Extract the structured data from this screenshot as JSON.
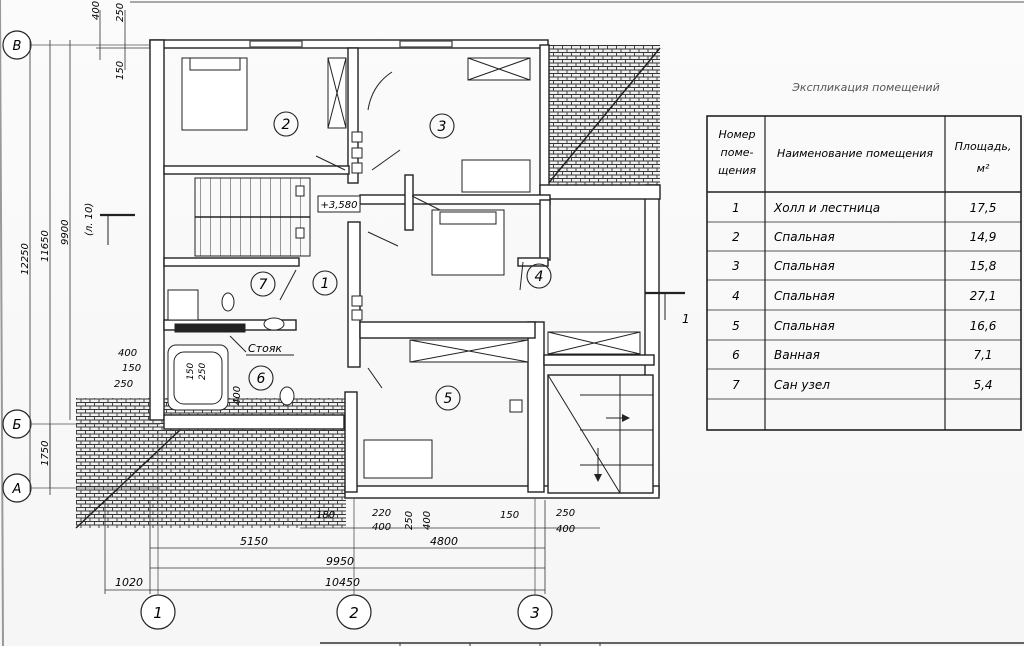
{
  "explication": {
    "caption": "Экспликация помещений",
    "headers": {
      "num_1": "Номер",
      "num_2": "поме-",
      "num_3": "щения",
      "name": "Наименование помещения",
      "area_1": "Площадь,",
      "area_2": "м²"
    },
    "rows": [
      {
        "num": "1",
        "name": "Холл и лестница",
        "area": "17,5"
      },
      {
        "num": "2",
        "name": "Спальная",
        "area": "14,9"
      },
      {
        "num": "3",
        "name": "Спальная",
        "area": "15,8"
      },
      {
        "num": "4",
        "name": "Спальная",
        "area": "27,1"
      },
      {
        "num": "5",
        "name": "Спальная",
        "area": "16,6"
      },
      {
        "num": "6",
        "name": "Ванная",
        "area": "7,1"
      },
      {
        "num": "7",
        "name": "Сан узел",
        "area": "5,4"
      }
    ]
  },
  "plan": {
    "room_labels": [
      "1",
      "2",
      "3",
      "4",
      "5",
      "6",
      "7"
    ],
    "level_mark": "+3,580",
    "stack_label": "Стояк",
    "section_left_label": "(л. 10)",
    "section_right_label": "1",
    "bath_label_1": "150",
    "bath_label_2": "250"
  },
  "axes": {
    "vertical": [
      "1",
      "2",
      "3"
    ],
    "horizontal": [
      "В",
      "Б",
      "А"
    ]
  },
  "dims": {
    "top": [
      "400",
      "250",
      "150"
    ],
    "left": [
      "9900",
      "11650",
      "12250",
      "1750"
    ],
    "left_small": [
      "400",
      "150",
      "250"
    ],
    "inner": [
      "400"
    ],
    "bottom_small": [
      "180",
      "220",
      "400",
      "250",
      "400",
      "150",
      "250",
      "400"
    ],
    "bottom_main": [
      "5150",
      "4800",
      "9950",
      "10450",
      "1020"
    ]
  },
  "colors": {
    "ink": "#2a2a2a",
    "wall": "#ffffff",
    "hatch": "#3a3a3a"
  }
}
